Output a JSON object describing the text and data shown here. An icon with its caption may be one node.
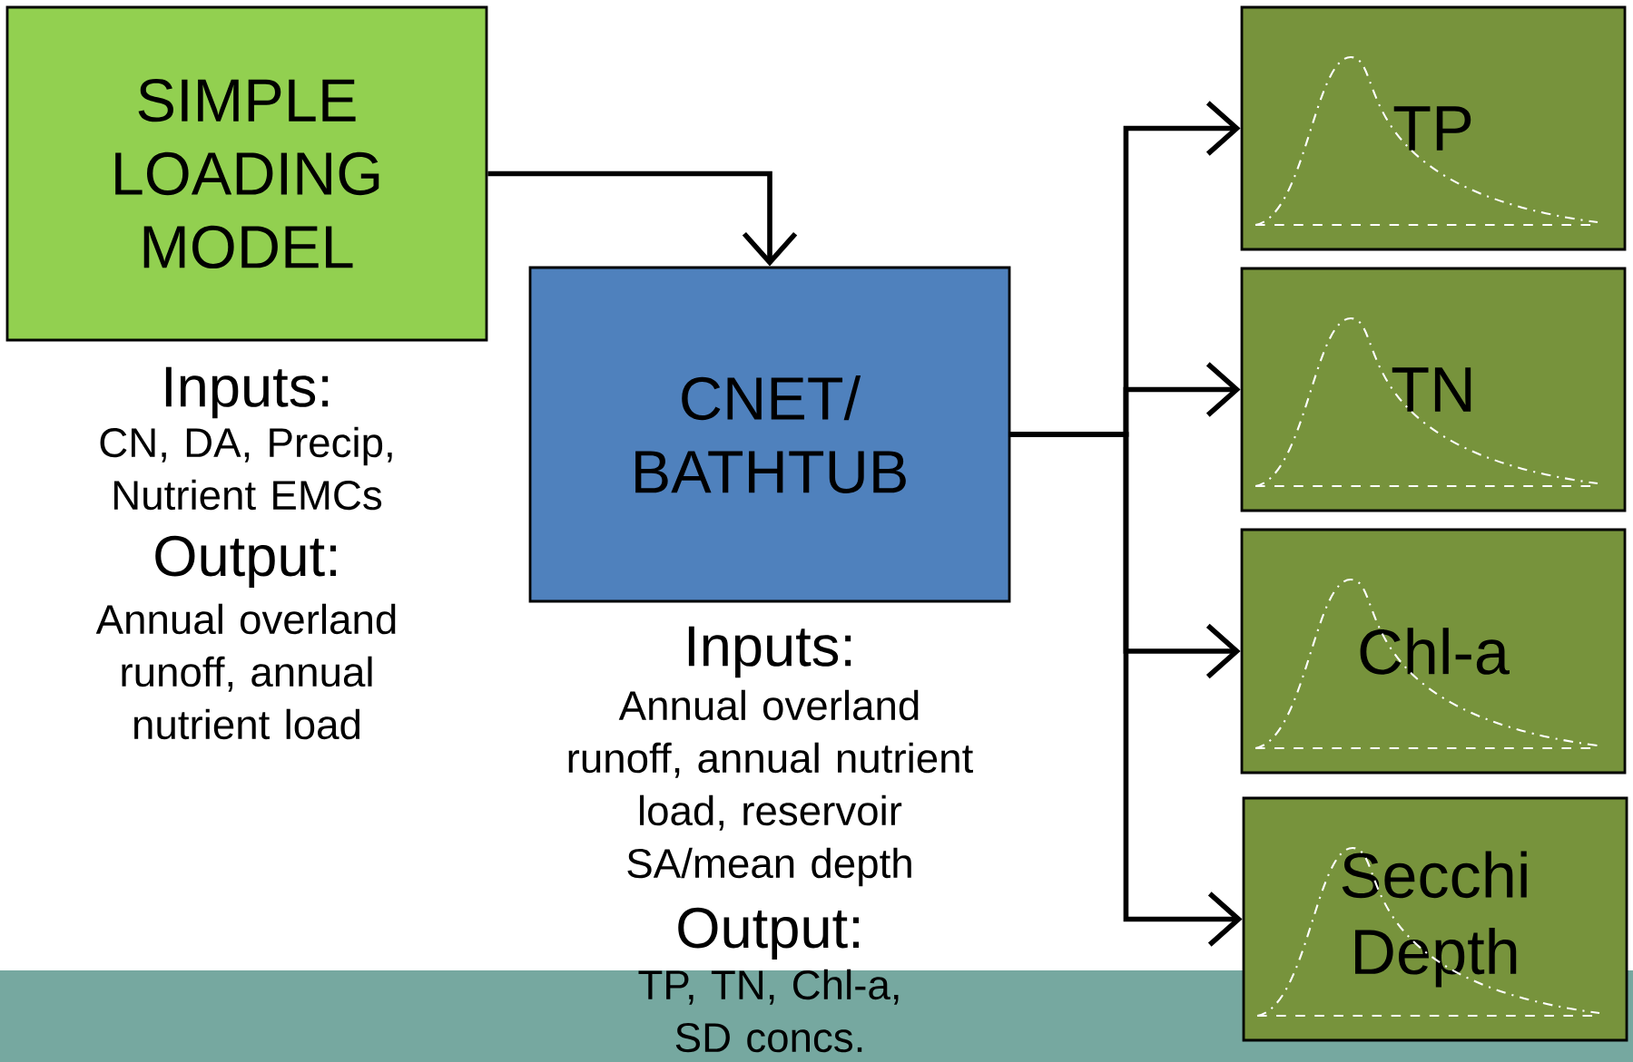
{
  "diagram": {
    "nodes": [
      {
        "text": [
          "SIMPLE LOADING MODEL"
        ],
        "beside": [
          "Inputs:",
          "CN, DA, Precip, Nutrient EMCs",
          "Output:",
          "Annual overland runoff, annual nutrient load"
        ]
      },
      {
        "text": [
          "CNET/ BATHTUB"
        ],
        "beside": [
          "Inputs:",
          "Annual overland runoff, annual nutrient load, reservoir SA/mean depth",
          "Output:",
          "TP, TN, Chl-a, SD concs."
        ]
      },
      {
        "text": [
          "TP"
        ]
      },
      {
        "text": [
          "TN"
        ]
      },
      {
        "text": [
          "Chl-a"
        ]
      },
      {
        "text": [
          "Secchi Depth"
        ]
      }
    ],
    "edges": [
      {
        "from": 0,
        "to": 1,
        "arrow": "to"
      },
      {
        "from": 1,
        "to": 2,
        "arrow": "to"
      },
      {
        "from": 1,
        "to": 3,
        "arrow": "to"
      },
      {
        "from": 1,
        "to": 4,
        "arrow": "to"
      },
      {
        "from": 1,
        "to": 5,
        "arrow": "to"
      }
    ]
  }
}
